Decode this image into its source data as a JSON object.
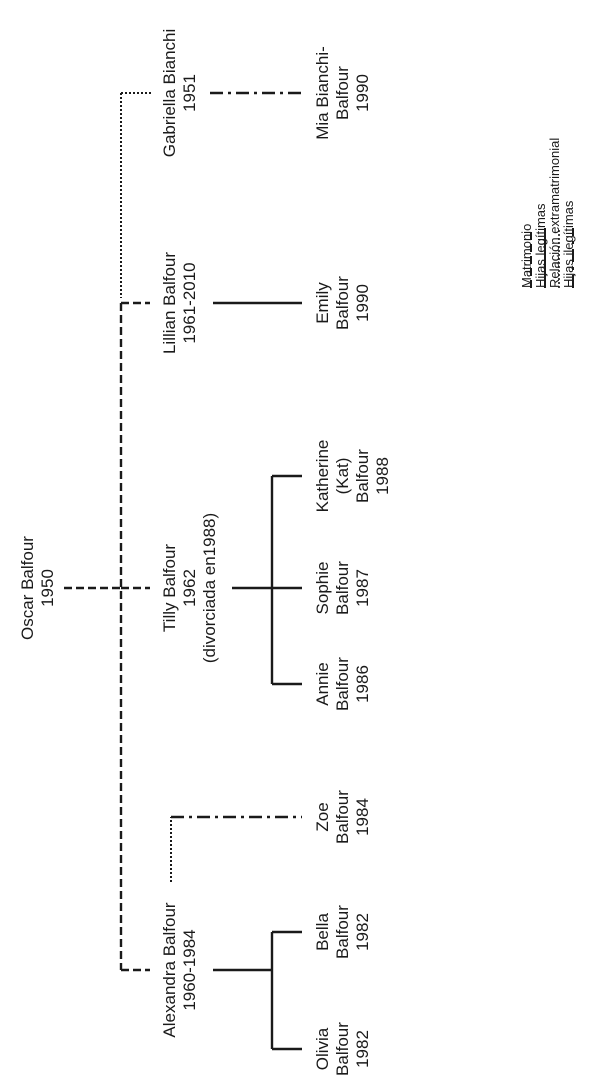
{
  "people": {
    "oscar": [
      "Oscar Balfour",
      "1950"
    ],
    "alexandra": [
      "Alexandra Balfour",
      "1960-1984"
    ],
    "tilly": [
      "Tilly Balfour",
      "1962",
      "(divorciada en1988)"
    ],
    "lillian": [
      "Lillian Balfour",
      "1961-2010"
    ],
    "gabriella": [
      "Gabriella Bianchi",
      "1951"
    ],
    "olivia": [
      "Olivia",
      "Balfour",
      "1982"
    ],
    "bella": [
      "Bella",
      "Balfour",
      "1982"
    ],
    "zoe": [
      "Zoe",
      "Balfour",
      "1984"
    ],
    "annie": [
      "Annie",
      "Balfour",
      "1986"
    ],
    "sophie": [
      "Sophie",
      "Balfour",
      "1987"
    ],
    "katherine": [
      "Katherine",
      "(Kat)",
      "Balfour",
      "1988"
    ],
    "emily": [
      "Emily",
      "Balfour",
      "1990"
    ],
    "mia": [
      "Mia Bianchi-",
      "Balfour",
      "1990"
    ]
  },
  "legend": {
    "marriage": "Matrimonio",
    "legitimate": "Hijas legítimas",
    "affair": "Relación extramatrimonial",
    "illegitimate": "Hijas ilegítimas"
  }
}
